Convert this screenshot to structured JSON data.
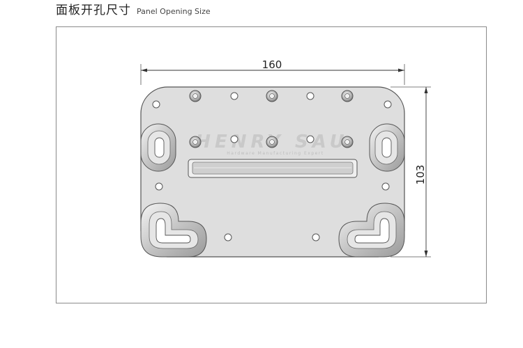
{
  "header": {
    "title_cn": "面板开孔尺寸",
    "title_en": "Panel Opening Size"
  },
  "dimensions": {
    "width_label": "160",
    "height_label": "103"
  },
  "brand": {
    "name": "HENRY SAU",
    "tagline": "Hardware Manufacturing Expert"
  },
  "colors": {
    "plate_fill": "#dedede",
    "plate_stroke": "#555555",
    "frame_stroke": "#8a8a8a"
  }
}
